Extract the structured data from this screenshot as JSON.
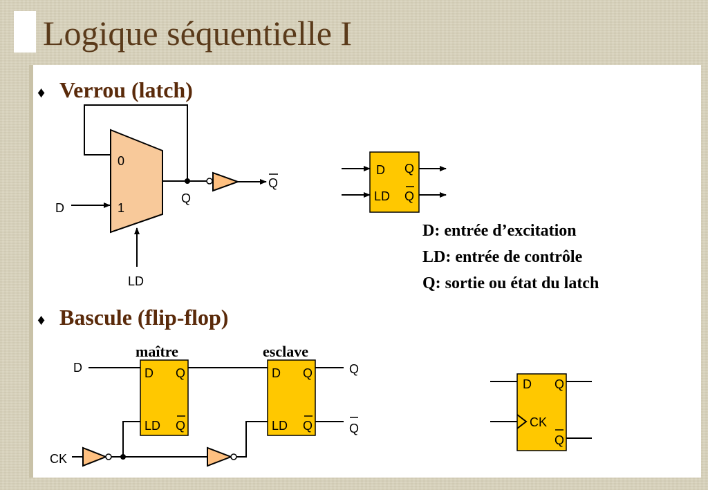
{
  "slide": {
    "title": "Logique séquentielle I",
    "bullets": [
      "Verrou (latch)",
      "Bascule (flip-flop)"
    ],
    "bullet_symbol": "♦"
  },
  "latch_circuit": {
    "mux_in0": "0",
    "mux_in1": "1",
    "input_d": "D",
    "input_ld": "LD",
    "output_q": "Q",
    "output_qbar": "Q"
  },
  "latch_symbol": {
    "pin_d": "D",
    "pin_q": "Q",
    "pin_ld": "LD",
    "pin_qbar": "Q"
  },
  "legend": [
    "D: entrée d’excitation",
    "LD: entrée de contrôle",
    "Q: sortie ou état du latch"
  ],
  "flipflop_circuit": {
    "master_label": "maître",
    "slave_label": "esclave",
    "input_d": "D",
    "input_ck": "CK",
    "output_q": "Q",
    "output_qbar": "Q",
    "master": {
      "d": "D",
      "q": "Q",
      "ld": "LD",
      "qbar": "Q"
    },
    "slave": {
      "d": "D",
      "q": "Q",
      "ld": "LD",
      "qbar": "Q"
    }
  },
  "flipflop_symbol": {
    "pin_d": "D",
    "pin_q": "Q",
    "pin_ck": "CK",
    "pin_qbar": "Q"
  },
  "colors": {
    "title": "#5a3a1a",
    "mux_fill": "#f8c99a",
    "latch_fill": "#ffc800",
    "gate_fill": "#ffc080",
    "wire": "#000000"
  }
}
